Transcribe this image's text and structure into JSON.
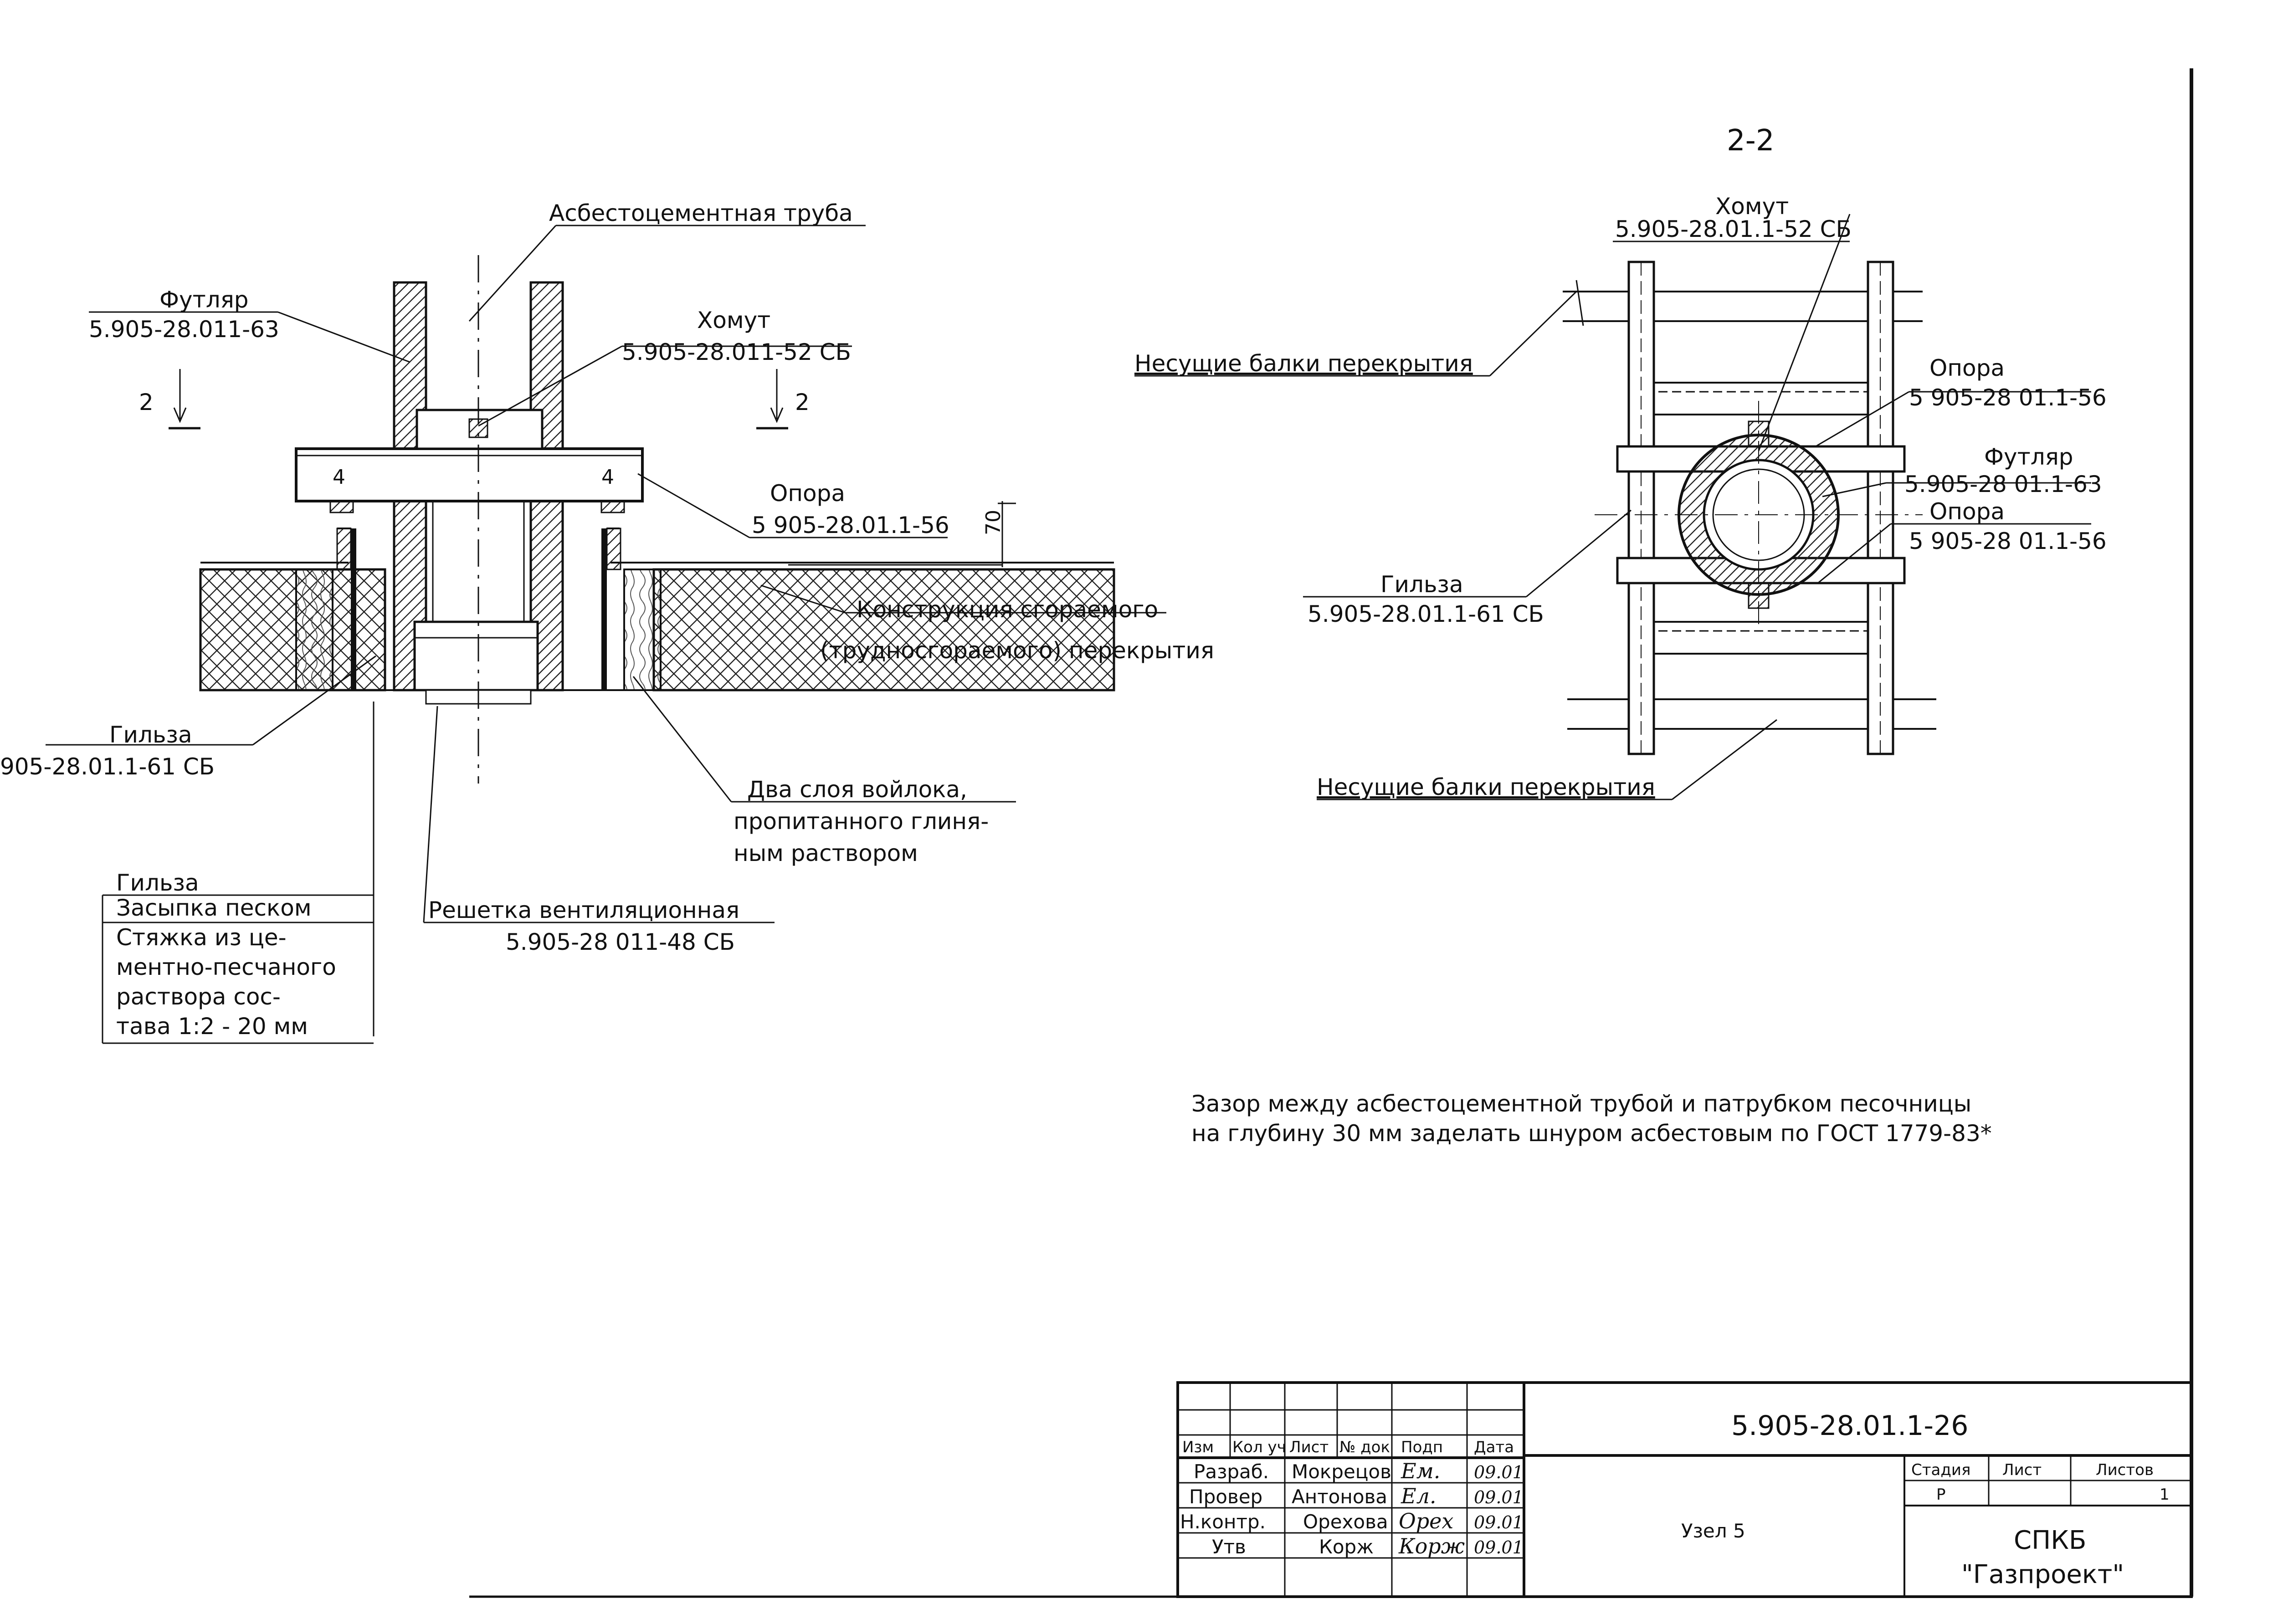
{
  "left_view": {
    "asbestos_pipe": "Асбестоцементная труба",
    "sleeve_case": {
      "name": "Футляр",
      "code": "5.905-28.011-63"
    },
    "clamp": {
      "name": "Хомут",
      "code": "5.905-28.011-52 СБ"
    },
    "section_mark_left": "2",
    "section_mark_right": "2",
    "beam_num_left": "4",
    "beam_num_right": "4",
    "support": {
      "name": "Опора",
      "code": "5 905-28.01.1-56"
    },
    "dim_70": "70",
    "construction_line1": "Конструкция сгораемого",
    "construction_line2": "(трудносгораемого) перекрытия",
    "gilza": {
      "name": "Гильза",
      "code": "905-28.01.1-61 СБ"
    },
    "felt_line1": "Два слоя войлока,",
    "felt_line2": "пропитанного глиня-",
    "felt_line3": "ным раствором",
    "grille": {
      "name": "Решетка вентиляционная",
      "code": "5.905-28 011-48 СБ"
    },
    "legend": {
      "row1": "Гильза",
      "row2": "Засыпка песком",
      "row3_lines": [
        "Стяжка из це-",
        "ментно-песчаного",
        "раствора сос-",
        "тава 1:2 - 20 мм"
      ]
    }
  },
  "right_view": {
    "section_title": "2-2",
    "clamp": {
      "name": "Хомут",
      "code": "5.905-28.01.1-52 СБ"
    },
    "beams_top": "Несущие балки перекрытия",
    "beams_bottom": "Несущие балки перекрытия",
    "support1": {
      "name": "Опора",
      "code": "5 905-28 01.1-56"
    },
    "case": {
      "name": "Футляр",
      "code": "5.905-28 01.1-63"
    },
    "support2": {
      "name": "Опора",
      "code": "5 905-28 01.1-56"
    },
    "gilza": {
      "name": "Гильза",
      "code": "5.905-28.01.1-61 СБ"
    }
  },
  "note": {
    "line1": "Зазор между асбестоцементной трубой и патрубком песочницы",
    "line2": "на глубину 30 мм заделать шнуром асбестовым по ГОСТ 1779-83*"
  },
  "title_block": {
    "doc_code": "5.905-28.01.1-26",
    "headers": [
      "Изм",
      "Кол уч",
      "Лист",
      "№ док",
      "Подп",
      "Дата"
    ],
    "roles": [
      {
        "role": "Разраб.",
        "name": "Мокрецов",
        "sign": "Ем.",
        "date": "09.01"
      },
      {
        "role": "Провер",
        "name": "Антонова",
        "sign": "Ел.",
        "date": "09.01"
      },
      {
        "role": "Н.контр.",
        "name": "Орехова",
        "sign": "Орех",
        "date": "09.01"
      },
      {
        "role": "Утв",
        "name": "Корж",
        "sign": "Корж",
        "date": "09.01"
      }
    ],
    "node_name": "Узел 5",
    "stage_label": "Стадия",
    "sheet_label": "Лист",
    "sheets_label": "Листов",
    "stage_value": "Р",
    "sheets_value": "1",
    "org_line1": "СПКБ",
    "org_line2": "\"Газпроект\""
  }
}
